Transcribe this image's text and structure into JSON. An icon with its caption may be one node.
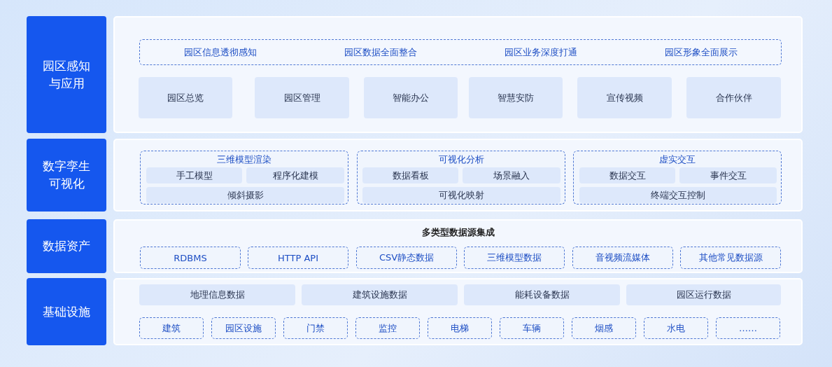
{
  "diagram": {
    "nodes": [
      {
        "text": [
          "园区感知与应用"
        ]
      },
      {
        "text": [],
        "shape": "box"
      },
      {
        "text": [
          "园区信息透彻感知",
          "园区数据全面整合",
          "园区业务深度打通",
          "园区形象全面展示"
        ],
        "in": 1
      },
      {
        "text": [
          "园区总览"
        ],
        "in": 1
      },
      {
        "text": [
          "园区管理"
        ],
        "in": 1
      },
      {
        "text": [
          "智能办公"
        ],
        "in": 1
      },
      {
        "text": [
          "智慧安防"
        ],
        "in": 1
      },
      {
        "text": [
          "宣传视频"
        ],
        "in": 1
      },
      {
        "text": [
          "合作伙伴"
        ],
        "in": 1
      },
      {
        "text": [
          "数字孪生可视化"
        ]
      },
      {
        "text": [],
        "shape": "box"
      },
      {
        "text": [
          "三维模型渲染"
        ],
        "in": 10
      },
      {
        "text": [
          "手工模型"
        ],
        "in": 11
      },
      {
        "text": [
          "程序化建模"
        ],
        "in": 11
      },
      {
        "text": [
          "倾斜摄影"
        ],
        "in": 11
      },
      {
        "text": [
          "可视化分析"
        ],
        "in": 10
      },
      {
        "text": [
          "数据看板"
        ],
        "in": 15
      },
      {
        "text": [
          "场景融入"
        ],
        "in": 15
      },
      {
        "text": [
          "可视化映射"
        ],
        "in": 15
      },
      {
        "text": [
          "虚实交互"
        ],
        "in": 10
      },
      {
        "text": [
          "数据交互"
        ],
        "in": 19
      },
      {
        "text": [
          "事件交互"
        ],
        "in": 19
      },
      {
        "text": [
          "终端交互控制"
        ],
        "in": 19
      },
      {
        "text": [
          "数据资产"
        ]
      },
      {
        "text": [
          "多类型数据源集成"
        ]
      },
      {
        "text": [
          "RDBMS"
        ],
        "in": 24
      },
      {
        "text": [
          "HTTP API"
        ],
        "in": 24
      },
      {
        "text": [
          "CSV静态数据"
        ],
        "in": 24
      },
      {
        "text": [
          "三维模型数据"
        ],
        "in": 24
      },
      {
        "text": [
          "音视频流媒体"
        ],
        "in": 24
      },
      {
        "text": [
          "其他常见数据源"
        ],
        "in": 24
      },
      {
        "text": [
          "基础设施"
        ]
      },
      {
        "text": [],
        "shape": "box"
      },
      {
        "text": [
          "地理信息数据"
        ],
        "in": 32
      },
      {
        "text": [
          "建筑设施数据"
        ],
        "in": 32
      },
      {
        "text": [
          "能耗设备数据"
        ],
        "in": 32
      },
      {
        "text": [
          "园区运行数据"
        ],
        "in": 32
      },
      {
        "text": [
          "建筑"
        ],
        "in": 32
      },
      {
        "text": [
          "园区设施"
        ],
        "in": 32
      },
      {
        "text": [
          "门禁"
        ],
        "in": 32
      },
      {
        "text": [
          "监控"
        ],
        "in": 32
      },
      {
        "text": [
          "电梯"
        ],
        "in": 32
      },
      {
        "text": [
          "车辆"
        ],
        "in": 32
      },
      {
        "text": [
          "烟感"
        ],
        "in": 32
      },
      {
        "text": [
          "水电"
        ],
        "in": 32
      },
      {
        "text": [
          "……"
        ],
        "in": 32
      }
    ]
  }
}
